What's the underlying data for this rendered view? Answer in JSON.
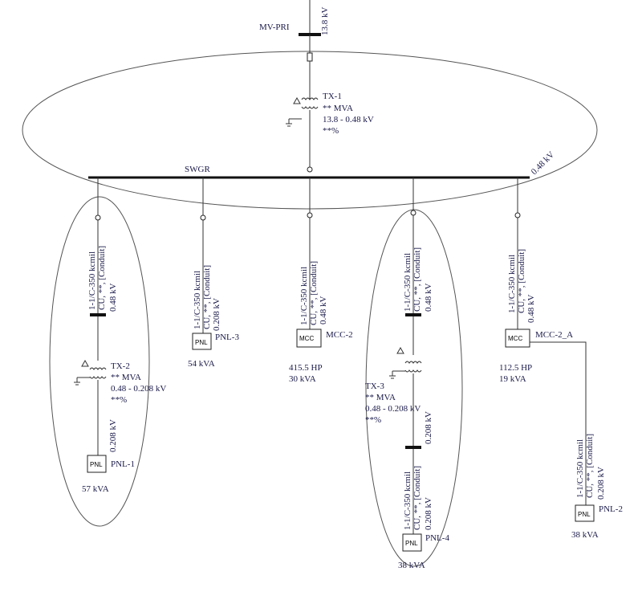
{
  "source": {
    "name": "MV-PRI",
    "voltage": "13.8 kV"
  },
  "tx1": {
    "name": "TX-1",
    "rating": "** MVA",
    "voltage": "13.8 - 0.48 kV",
    "impedance": "**%"
  },
  "swgr": {
    "name": "SWGR",
    "voltage": "0.48 kV"
  },
  "cable": {
    "line1": "1-1/C-350 kcmil",
    "line2": "CU, **, [Conduit]"
  },
  "branch_pnl1": {
    "feeder_voltage": "0.48 kV",
    "tx": {
      "name": "TX-2",
      "rating": "** MVA",
      "voltage": "0.48 - 0.208 kV",
      "impedance": "**%"
    },
    "load_voltage": "0.208 kV",
    "load": {
      "tag": "PNL",
      "name": "PNL-1",
      "rating": "57 kVA"
    }
  },
  "branch_pnl3": {
    "feeder_voltage": "0.208 kV",
    "load": {
      "tag": "PNL",
      "name": "PNL-3",
      "rating": "54 kVA"
    }
  },
  "branch_mcc2": {
    "feeder_voltage": "0.48 kV",
    "load": {
      "tag": "MCC",
      "name": "MCC-2",
      "rating_hp": "415.5 HP",
      "rating_kva": "30 kVA"
    }
  },
  "branch_pnl4": {
    "feeder_voltage": "0.48 kV",
    "tx": {
      "name": "TX-3",
      "rating": "** MVA",
      "voltage": "0.48 - 0.208 kV",
      "impedance": "**%"
    },
    "bus_voltage": "0.208 kV",
    "load_voltage": "0.208 kV",
    "load": {
      "tag": "PNL",
      "name": "PNL-4",
      "rating": "38 kVA"
    }
  },
  "branch_mcc2a": {
    "feeder_voltage": "0.48 kV",
    "load": {
      "tag": "MCC",
      "name": "MCC-2_A",
      "rating_hp": "112.5 HP",
      "rating_kva": "19 kVA"
    },
    "sub": {
      "load_voltage": "0.208 kV",
      "load": {
        "tag": "PNL",
        "name": "PNL-2",
        "rating": "38 kVA"
      }
    }
  }
}
